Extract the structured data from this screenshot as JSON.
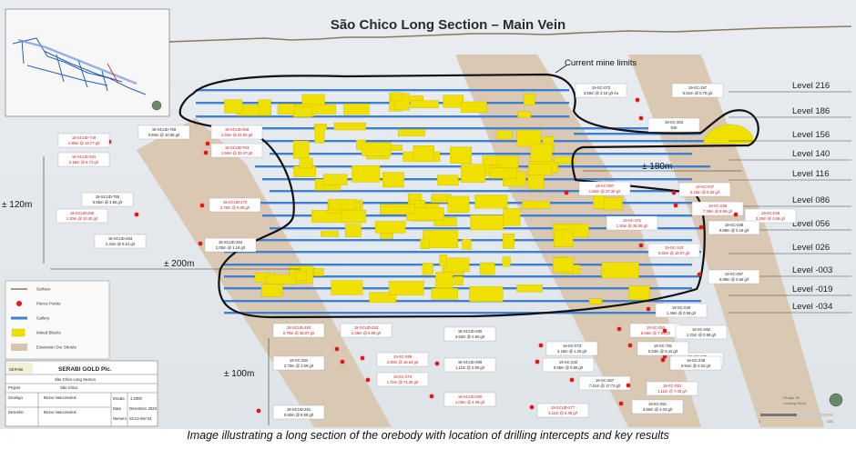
{
  "title": "São Chico Long Section – Main Vein",
  "mine_limits_label": "Current mine limits",
  "levels": [
    "Level 216",
    "Level 186",
    "Level 156",
    "Level 140",
    "Level 116",
    "Level 086",
    "Level 056",
    "Level 026",
    "Level -003",
    "Level -019",
    "Level -034"
  ],
  "dimensions": {
    "left_vertical": "± 120m",
    "lower_horizontal": "± 200m",
    "right_horizontal": "± 180m",
    "bottom_vertical": "± 100m"
  },
  "legend": {
    "items": [
      {
        "label": "Surface",
        "kind": "line",
        "color": "#8a7b56"
      },
      {
        "label": "Pierce Points",
        "kind": "dot",
        "color": "#e01a1a"
      },
      {
        "label": "Gallery",
        "kind": "bar",
        "color": "#3f7fd0"
      },
      {
        "label": "Mined Blocks",
        "kind": "block",
        "color": "#f0e000"
      },
      {
        "label": "Extension Ore Shoots",
        "kind": "band",
        "color": "#d8c4ac"
      }
    ]
  },
  "title_block": {
    "company": "SERABI GOLD Plc.",
    "logo_text": "SERABI",
    "drawing_title": "São Chico Long Section",
    "project_label": "Projeto",
    "project": "São Chico",
    "rows": [
      {
        "label": "Geologo",
        "value": "Bruno Vasconcelos"
      },
      {
        "label": "Desenho",
        "value": "Bruno Vasconcelos"
      }
    ],
    "scale_label": "Escala",
    "scale": "1:2000",
    "date_label": "Data",
    "date": "Dezembro 2023",
    "number_label": "Numero",
    "number": "SCLS-MV-23"
  },
  "intercepts": [
    {
      "id": "19-SC-073",
      "result": "3.50m @ 2.10 g/t Au",
      "red": false
    },
    {
      "id": "19-SC-157",
      "result": "0.81m @ 0.70 g/t",
      "red": false
    },
    {
      "id": "19-SC-303",
      "result": "NSI",
      "red": false
    },
    {
      "id": "19-SCUD-759",
      "result": "0.83m @ 10.08 g/t",
      "red": false
    },
    {
      "id": "19-SCUD-268",
      "result": "2.03m @ 21.60 g/t",
      "red": true
    },
    {
      "id": "19-SCUD-749",
      "result": "1.86m @ 13.77 g/t",
      "red": true
    },
    {
      "id": "19-SCUD-763",
      "result": "1.66m @ 33.47 g/t",
      "red": true
    },
    {
      "id": "19-SCUD-261",
      "result": "2.16m @ 6.72 g/t",
      "red": true
    },
    {
      "id": "19-SCUD-765",
      "result": "0.65m @ 4.85 g/t",
      "red": false
    },
    {
      "id": "19-SCUD-270",
      "result": "2.70m @ 5.08 g/t",
      "red": true
    },
    {
      "id": "19-SCUD-266",
      "result": "2.20m @ 10.30 g/t",
      "red": true
    },
    {
      "id": "19-SCUD-253",
      "result": "2.41m @ 9.51 g/t",
      "red": false
    },
    {
      "id": "19-SCUD-252",
      "result": "2.00m @ 1.16 g/t",
      "red": false
    },
    {
      "id": "19-SC-067",
      "result": "1.65m @ 27.30 g/t",
      "red": true
    },
    {
      "id": "19-SC-171",
      "result": "1.30m @ 28.35 g/t",
      "red": true
    },
    {
      "id": "19-SC-143",
      "result": "3.32m @ 18.07 g/t",
      "red": true
    },
    {
      "id": "19-SC-047",
      "result": "0.15m @ 0.30 g/t",
      "red": true
    },
    {
      "id": "19-SC-046",
      "result": "7.39m @ 8.66 g/t",
      "red": true
    },
    {
      "id": "19-SC-048",
      "result": "3.25m @ 3.66 g/t",
      "red": true
    },
    {
      "id": "19-SC-049",
      "result": "0.89m @ 0.16 g/t",
      "red": false
    },
    {
      "id": "19-SC-057",
      "result": "0.89m @ 0.66 g/t",
      "red": false
    },
    {
      "id": "19-SC-049",
      "result": "1.45m @ 0.58 g/t",
      "red": false
    },
    {
      "id": "19-SC-053",
      "result": "5.56m @ 7.93 g/t",
      "red": true
    },
    {
      "id": "19-SC-062",
      "result": "1.31m @ 0.58 g/t",
      "red": false
    },
    {
      "id": "19-SC-039",
      "result": "0.26m @ 0.58 g/t",
      "red": false
    },
    {
      "id": "19-SCUD-260",
      "result": "0.78m @ 36.07 g/t",
      "red": true
    },
    {
      "id": "19-SCUD-253",
      "result": "2.39m @ 9.99 g/t",
      "red": true
    },
    {
      "id": "19-SCUD-290",
      "result": "3.52m @ 2.60 g/t",
      "red": false
    },
    {
      "id": "19-SC-099",
      "result": "2.00m @ 19.63 g/t",
      "red": true
    },
    {
      "id": "19-SC-254",
      "result": "2.70m @ 1.09 g/t",
      "red": false
    },
    {
      "id": "19-SCUD-299",
      "result": "1.11m @ 2.60 g/t",
      "red": false
    },
    {
      "id": "19-SC-073",
      "result": "3.15m @ 1.25 g/t",
      "red": false
    },
    {
      "id": "19-SC-781",
      "result": "0.53m @ 0.43 g/t",
      "red": false
    },
    {
      "id": "19-SC-248",
      "result": "0.91m @ 2.02 g/t",
      "red": false
    },
    {
      "id": "19-SC-233",
      "result": "0.65m @ 0.56 g/t",
      "red": false
    },
    {
      "id": "19-SC-273",
      "result": "1.72m @ 71.35 g/t",
      "red": true
    },
    {
      "id": "19-SC-257",
      "result": "7.41m @ 17.73 g/t",
      "red": false
    },
    {
      "id": "19-SC-053",
      "result": "1.11m @ 7.09 g/t",
      "red": true
    },
    {
      "id": "19-SCUD-280",
      "result": "1.06m @ 4.08 g/t",
      "red": true
    },
    {
      "id": "19-SC-051",
      "result": "3.50m @ 4.04 g/t",
      "red": false
    },
    {
      "id": "19-SCUD-277",
      "result": "3.11m @ 5.38 g/t",
      "red": true
    },
    {
      "id": "19-SCUD-281",
      "result": "0.80m @ 6.58 g/t",
      "red": false
    }
  ],
  "inset": {
    "scale_label": "Plunge 35",
    "scale_sub": "Looking North"
  },
  "scale_bar": {
    "left": "0",
    "right": "100"
  },
  "caption": "Image illustrating a long section of the orebody with location of drilling intercepts and key results"
}
